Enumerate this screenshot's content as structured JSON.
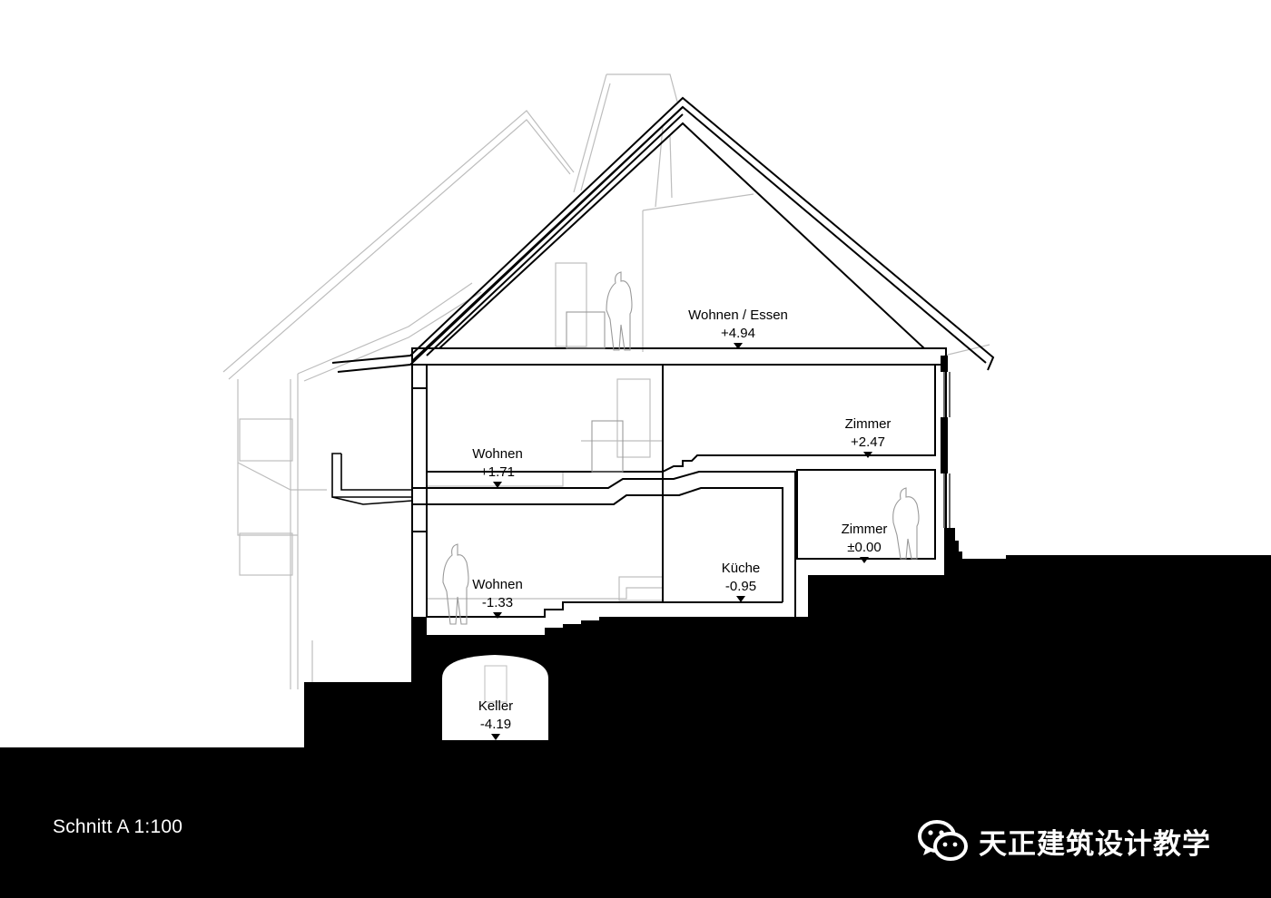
{
  "drawing": {
    "caption": "Schnitt A 1:100",
    "watermark": "天正建筑设计教学",
    "rooms": [
      {
        "id": "wohnen-essen",
        "name": "Wohnen / Essen",
        "level": "+4.94"
      },
      {
        "id": "zimmer-upper",
        "name": "Zimmer",
        "level": "+2.47"
      },
      {
        "id": "wohnen-upper",
        "name": "Wohnen",
        "level": "+1.71"
      },
      {
        "id": "zimmer-lower",
        "name": "Zimmer",
        "level": "±0.00"
      },
      {
        "id": "kueche",
        "name": "Küche",
        "level": "-0.95"
      },
      {
        "id": "wohnen-lower",
        "name": "Wohnen",
        "level": "-1.33"
      },
      {
        "id": "keller",
        "name": "Keller",
        "level": "-4.19"
      }
    ],
    "colors": {
      "section": "#000000",
      "background": "#ffffff",
      "elevation_lines": "#c8c8c8"
    },
    "icons": [
      "wechat-icon",
      "level-marker-icon"
    ]
  }
}
